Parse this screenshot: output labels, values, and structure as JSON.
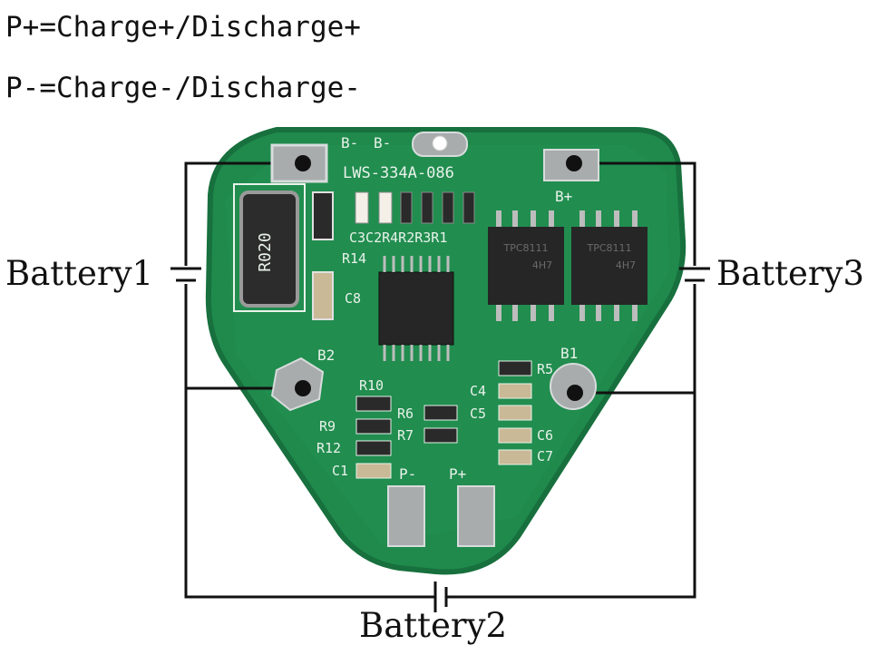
{
  "legend": {
    "p_plus": "P+=Charge+/Discharge+",
    "p_minus": "P-=Charge-/Discharge-"
  },
  "batteries": {
    "battery1": "Battery1",
    "battery2": "Battery2",
    "battery3": "Battery3"
  },
  "board": {
    "part_number": "LWS-334A-086",
    "shunt_marking": "R020",
    "pads": {
      "b_minus_1": "B-",
      "b_minus_2": "B-",
      "b_plus": "B+",
      "b1": "B1",
      "b2": "B2",
      "p_minus": "P-",
      "p_plus": "P+"
    },
    "components": {
      "c3c2r4r2r3r1": "C3C2R4R2R3R1",
      "r14": "R14",
      "c8": "C8",
      "r10": "R10",
      "r9": "R9",
      "r12": "R12",
      "c1": "C1",
      "r6": "R6",
      "r7": "R7",
      "r5": "R5",
      "c4": "C4",
      "c5": "C5",
      "c6": "C6",
      "c7": "C7"
    },
    "mosfet_marking": "TPC8111",
    "mosfet_code": "4H7"
  },
  "colors": {
    "pcb": "#1f8a4c",
    "pcb_edge": "#17703d",
    "wire": "#111111",
    "pad": "#a9acad"
  }
}
